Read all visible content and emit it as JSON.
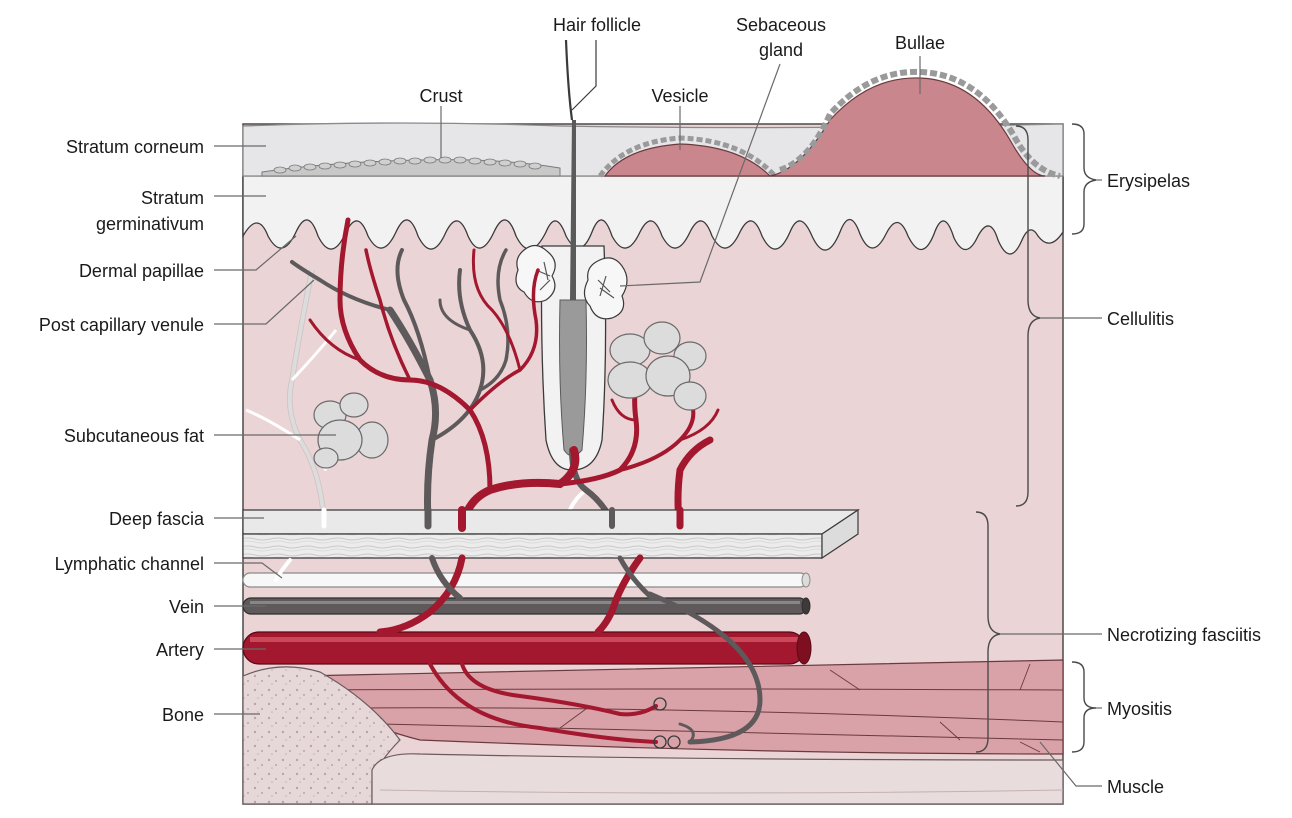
{
  "labels": {
    "stratum_corneum": "Stratum corneum",
    "stratum_germinativum_1": "Stratum",
    "stratum_germinativum_2": "germinativum",
    "dermal_papillae": "Dermal papillae",
    "post_capillary_venule": "Post capillary venule",
    "subcutaneous_fat": "Subcutaneous fat",
    "deep_fascia": "Deep fascia",
    "lymphatic_channel": "Lymphatic channel",
    "vein": "Vein",
    "artery": "Artery",
    "bone": "Bone",
    "crust": "Crust",
    "hair_follicle": "Hair follicle",
    "sebaceous_gland_1": "Sebaceous",
    "sebaceous_gland_2": "gland",
    "vesicle": "Vesicle",
    "bullae": "Bullae",
    "erysipelas": "Erysipelas",
    "cellulitis": "Cellulitis",
    "necrotizing_fasciitis": "Necrotizing fasciitis",
    "myositis": "Myositis",
    "muscle": "Muscle"
  },
  "colors": {
    "dermis": "#ebd4d6",
    "epidermis": "#f2f2f2",
    "stratum_corneum": "#e6e6e8",
    "artery": "#a3182e",
    "vein": "#5e5a5c",
    "lymphatic": "#f7f7f7",
    "muscle": "#d9a2a8",
    "bone": "#e6d8d9",
    "blister": "#c9868c",
    "line": "#3a3a3a"
  }
}
